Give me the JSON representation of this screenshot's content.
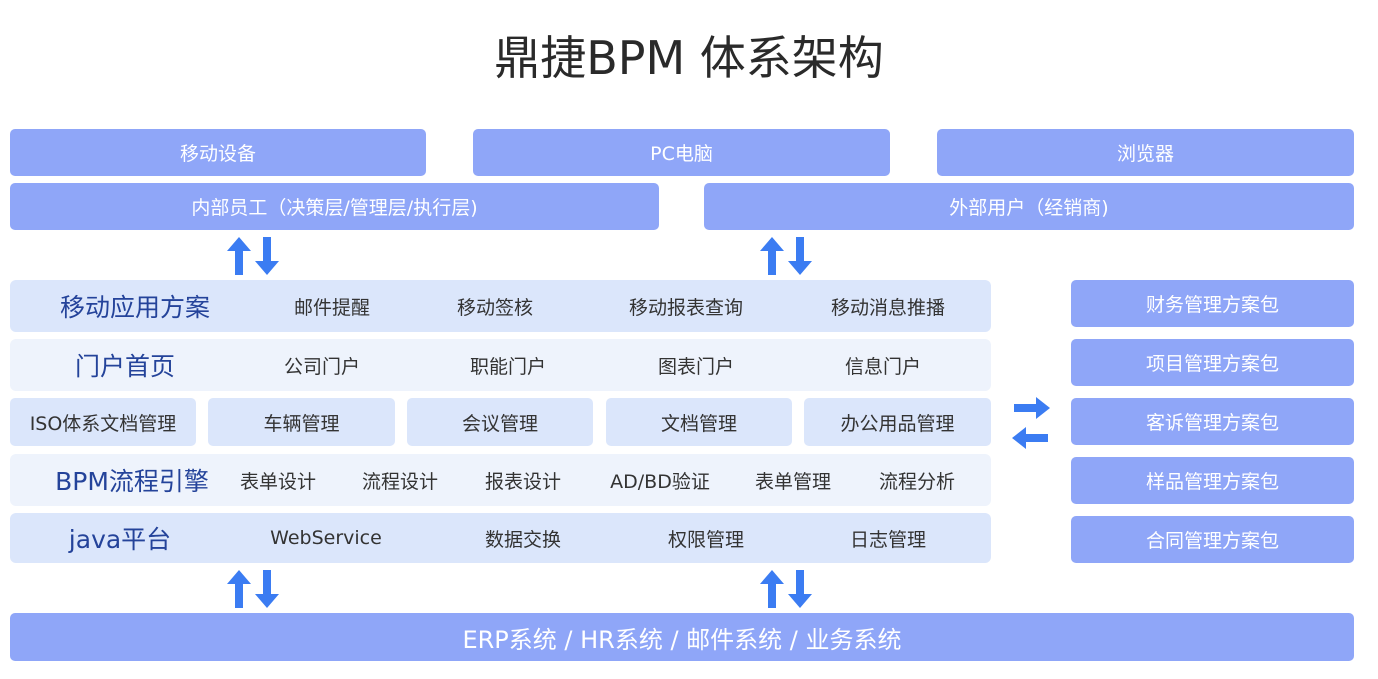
{
  "title": "鼎捷BPM 体系架构",
  "devices": [
    "移动设备",
    "PC电脑",
    "浏览器"
  ],
  "users": [
    "内部员工（决策层/管理层/执行层)",
    "外部用户（经销商)"
  ],
  "mobile_row": {
    "label": "移动应用方案",
    "items": [
      "邮件提醒",
      "移动签核",
      "移动报表查询",
      "移动消息推播"
    ]
  },
  "portal_row": {
    "label": "门户首页",
    "items": [
      "公司门户",
      "职能门户",
      "图表门户",
      "信息门户"
    ]
  },
  "modules": [
    "ISO体系文档管理",
    "车辆管理",
    "会议管理",
    "文档管理",
    "办公用品管理"
  ],
  "engine_row": {
    "label": "BPM流程引擎",
    "items": [
      "表单设计",
      "流程设计",
      "报表设计",
      "AD/BD验证",
      "表单管理",
      "流程分析"
    ]
  },
  "java_row": {
    "label": "java平台",
    "items": [
      "WebService",
      "数据交换",
      "权限管理",
      "日志管理"
    ]
  },
  "packages": [
    "财务管理方案包",
    "项目管理方案包",
    "客诉管理方案包",
    "样品管理方案包",
    "合同管理方案包"
  ],
  "bottom": "ERP系统 / HR系统 / 邮件系统 / 业务系统",
  "colors": {
    "accent": "#8fa6f8",
    "arrow": "#3b7cf2",
    "panel_dark": "#dbe6fb",
    "panel_light": "#eef3fc",
    "label": "#24439a"
  }
}
